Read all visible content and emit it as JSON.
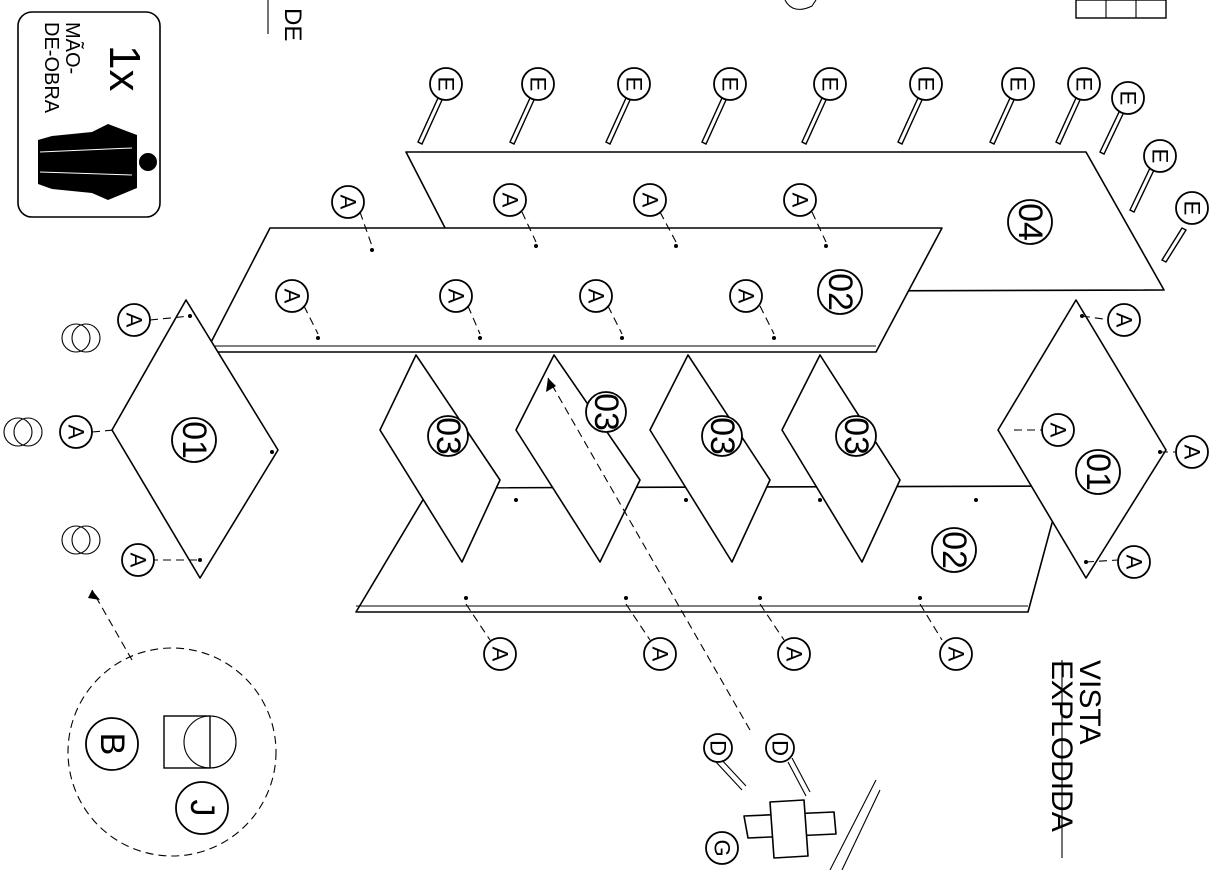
{
  "labor_badge": {
    "count": "1x",
    "line1": "MÃO-",
    "line2": "DE-OBRA"
  },
  "top_cut_text": "DE",
  "view_title": {
    "line1": "VISTA",
    "line2": "EXPLODIDA"
  },
  "parts": {
    "p01": "01",
    "p02": "02",
    "p03": "03",
    "p04": "04"
  },
  "hardware": {
    "A": "A",
    "B": "B",
    "D": "D",
    "E": "E",
    "G": "G",
    "J": "J"
  }
}
